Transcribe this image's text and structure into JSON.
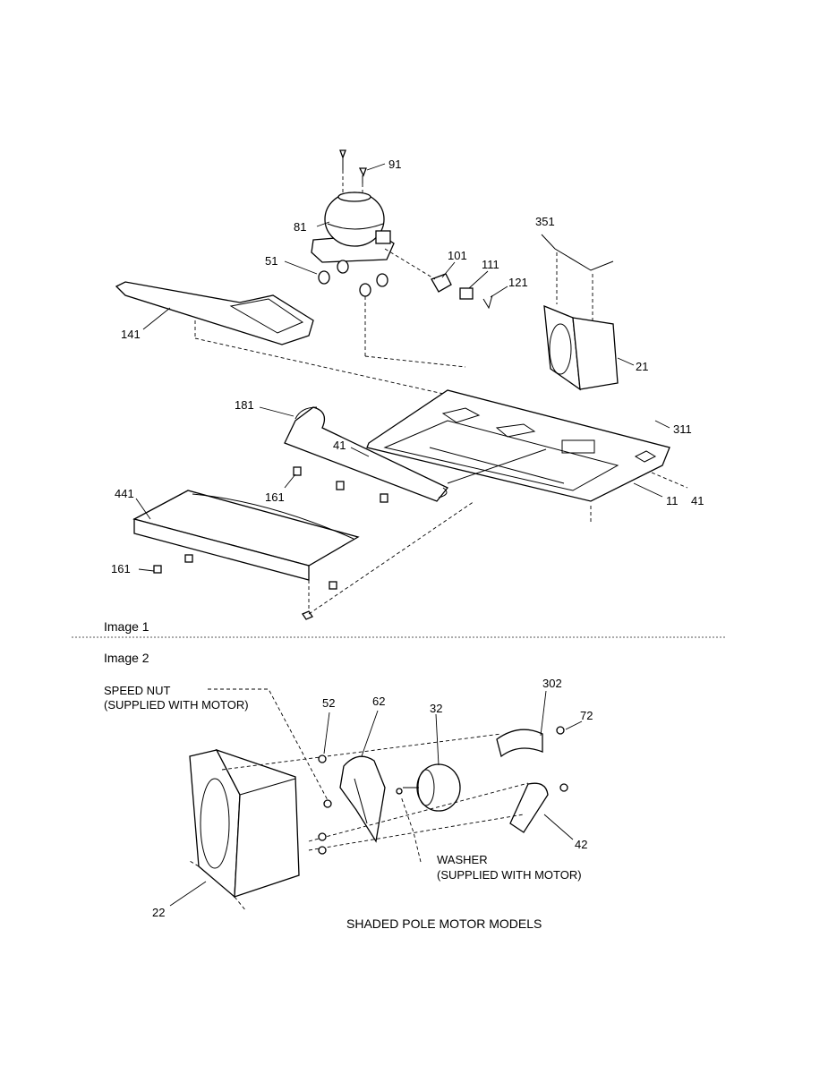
{
  "image1": {
    "caption": "Image 1",
    "callouts": {
      "c91": "91",
      "c81": "81",
      "c51": "51",
      "c101": "101",
      "c111": "111",
      "c121": "121",
      "c351": "351",
      "c141": "141",
      "c21": "21",
      "c181": "181",
      "c311": "311",
      "c41a": "41",
      "c41b": "41",
      "c161a": "161",
      "c161b": "161",
      "c441": "441",
      "c11": "11"
    }
  },
  "image2": {
    "caption": "Image 2",
    "title": "SHADED POLE MOTOR MODELS",
    "speed_nut_line1": "SPEED NUT",
    "speed_nut_line2": "(SUPPLIED WITH MOTOR)",
    "washer_line1": "WASHER",
    "washer_line2": "(SUPPLIED WITH MOTOR)",
    "callouts": {
      "c302": "302",
      "c72": "72",
      "c52": "52",
      "c62": "62",
      "c32": "32",
      "c42": "42",
      "c22": "22"
    }
  }
}
